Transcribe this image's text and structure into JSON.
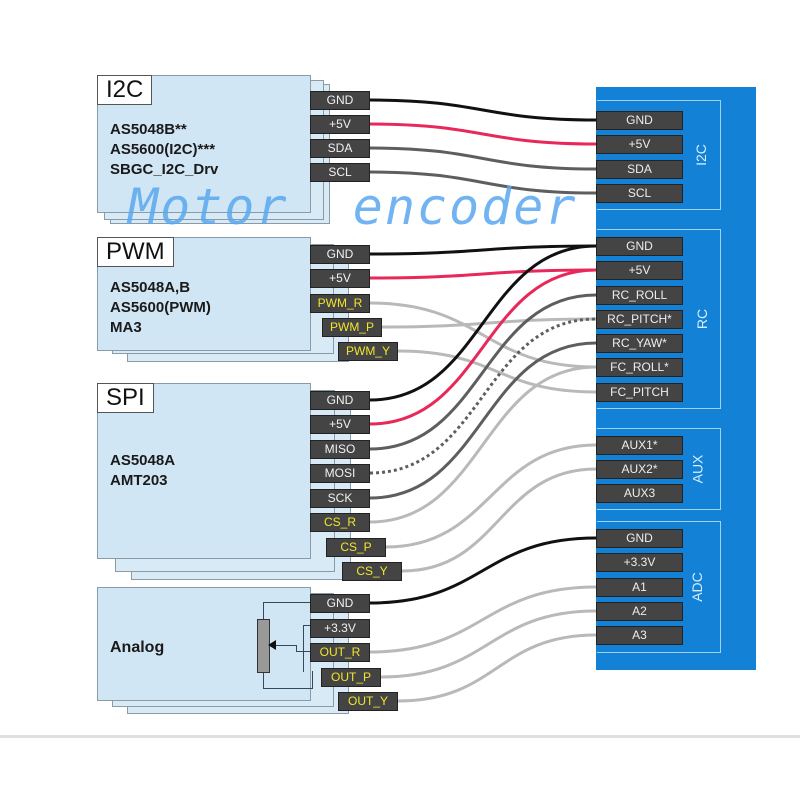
{
  "watermark": "Motor  encoder",
  "colors": {
    "board": "#1281d6",
    "card": "#d1e6f4",
    "pin": "#444444",
    "pin_text": "#f2f2f2",
    "signal_text": "#f2e52a",
    "wire_gnd": "#111111",
    "wire_power": "#e8285a",
    "wire_signal_dark": "#5e5e5e",
    "wire_signal_light": "#b9b9b9",
    "watermark": "#5aa8f0"
  },
  "encoders": [
    {
      "tag": "I2C",
      "models": [
        "AS5048B**",
        "AS5600(I2C)***",
        "SBGC_I2C_Drv"
      ],
      "pins": [
        "GND",
        "+5V",
        "SDA",
        "SCL"
      ]
    },
    {
      "tag": "PWM",
      "models": [
        "AS5048A,B",
        "AS5600(PWM)",
        "MA3"
      ],
      "pins": [
        "GND",
        "+5V",
        "PWM_R",
        "PWM_P",
        "PWM_Y"
      ]
    },
    {
      "tag": "SPI",
      "models": [
        "AS5048A",
        "AMT203"
      ],
      "pins": [
        "GND",
        "+5V",
        "MISO",
        "MOSI",
        "SCK",
        "CS_R",
        "CS_P",
        "CS_Y"
      ]
    },
    {
      "tag": "",
      "models": [
        "Analog"
      ],
      "pins": [
        "GND",
        "+3.3V",
        "OUT_R",
        "OUT_P",
        "OUT_Y"
      ]
    }
  ],
  "controller": {
    "groups": [
      {
        "label": "I2C",
        "pins": [
          "GND",
          "+5V",
          "SDA",
          "SCL"
        ]
      },
      {
        "label": "RC",
        "pins": [
          "GND",
          "+5V",
          "RC_ROLL",
          "RC_PITCH*",
          "RC_YAW*",
          "FC_ROLL*",
          "FC_PITCH"
        ]
      },
      {
        "label": "AUX",
        "pins": [
          "AUX1*",
          "AUX2*",
          "AUX3"
        ]
      },
      {
        "label": "ADC",
        "pins": [
          "GND",
          "+3.3V",
          "A1",
          "A2",
          "A3"
        ]
      }
    ]
  },
  "connections": [
    {
      "from": "I2C.GND",
      "to": "I2C.GND",
      "type": "gnd"
    },
    {
      "from": "I2C.+5V",
      "to": "I2C.+5V",
      "type": "power"
    },
    {
      "from": "I2C.SDA",
      "to": "I2C.SDA",
      "type": "signal"
    },
    {
      "from": "I2C.SCL",
      "to": "I2C.SCL",
      "type": "signal"
    },
    {
      "from": "PWM.GND",
      "to": "RC.GND",
      "type": "gnd"
    },
    {
      "from": "PWM.+5V",
      "to": "RC.+5V",
      "type": "power"
    },
    {
      "from": "PWM.PWM_R",
      "to": "RC.FC_ROLL*",
      "type": "light"
    },
    {
      "from": "PWM.PWM_P",
      "to": "RC.RC_PITCH*",
      "type": "light"
    },
    {
      "from": "PWM.PWM_Y",
      "to": "RC.FC_PITCH",
      "type": "light"
    },
    {
      "from": "SPI.GND",
      "to": "RC.GND",
      "type": "gnd"
    },
    {
      "from": "SPI.+5V",
      "to": "RC.+5V",
      "type": "power"
    },
    {
      "from": "SPI.MISO",
      "to": "RC.RC_ROLL",
      "type": "signal"
    },
    {
      "from": "SPI.MOSI",
      "to": "RC.RC_PITCH*",
      "type": "dashed"
    },
    {
      "from": "SPI.SCK",
      "to": "RC.RC_YAW*",
      "type": "signal"
    },
    {
      "from": "SPI.CS_R",
      "to": "RC.FC_ROLL*",
      "type": "light"
    },
    {
      "from": "SPI.CS_P",
      "to": "AUX.AUX1*",
      "type": "light"
    },
    {
      "from": "SPI.CS_Y",
      "to": "AUX.AUX2*",
      "type": "light"
    },
    {
      "from": "Analog.GND",
      "to": "ADC.GND",
      "type": "gnd"
    },
    {
      "from": "Analog.+3.3V",
      "to": "ADC.+3.3V",
      "type": "power"
    },
    {
      "from": "Analog.OUT_R",
      "to": "ADC.A1",
      "type": "light"
    },
    {
      "from": "Analog.OUT_P",
      "to": "ADC.A2",
      "type": "light"
    },
    {
      "from": "Analog.OUT_Y",
      "to": "ADC.A3",
      "type": "light"
    }
  ]
}
